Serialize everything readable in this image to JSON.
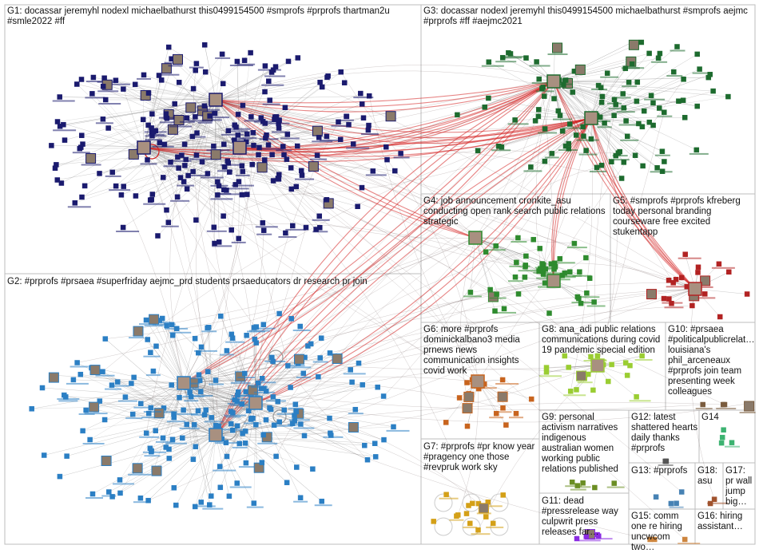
{
  "groups": [
    {
      "id": "G1",
      "label": "G1: docassar jeremyhl nodexl michaelbathurst this0499154500 #smprofs #prprofs thartman2u #smle2022 #ff",
      "color": "#1a1a6e"
    },
    {
      "id": "G2",
      "label": "G2: #prprofs #prsaea #superfriday aejmc_prd students prsaeducators dr research pr join",
      "color": "#2b7fc4"
    },
    {
      "id": "G3",
      "label": "G3: docassar nodexl jeremyhl this0499154500 michaelbathurst #smprofs aejmc #prprofs #ff #aejmc2021",
      "color": "#1d6b2e"
    },
    {
      "id": "G4",
      "label": "G4: job announcement cronkite_asu conducting open rank search public relations strategic",
      "color": "#2e8b2e"
    },
    {
      "id": "G5",
      "label": "G5: #smprofs #prprofs kfreberg today personal branding courseware free excited stukentapp",
      "color": "#b22222"
    },
    {
      "id": "G6",
      "label": "G6: more #prprofs dominickalbano3 media prnews news communication insights covid work",
      "color": "#c8641e"
    },
    {
      "id": "G7",
      "label": "G7: #prprofs #pr know year #pragency one those #revpruk work sky",
      "color": "#d4a017"
    },
    {
      "id": "G8",
      "label": "G8: ana_adi public relations communications during covid 19 pandemic special edition",
      "color": "#9acd32"
    },
    {
      "id": "G9",
      "label": "G9: personal activism narratives indigenous australian women working public relations published",
      "color": "#6b8e23"
    },
    {
      "id": "G10",
      "label": "G10: #prsaea #politicalpublicrelat… louisiana's phil_arceneaux #prprofs join team presenting week colleagues",
      "color": "#7a5c3e"
    },
    {
      "id": "G11",
      "label": "G11: dead #pressrelease way culpwrit press releases far…",
      "color": "#8a2be2"
    },
    {
      "id": "G12",
      "label": "G12: latest shattered hearts daily thanks #prprofs",
      "color": "#555555"
    },
    {
      "id": "G13",
      "label": "G13: #prprofs",
      "color": "#4682b4"
    },
    {
      "id": "G14",
      "label": "G14",
      "color": "#3cb371"
    },
    {
      "id": "G15",
      "label": "G15: comm one re hiring uncwcom two…",
      "color": "#cd853f"
    },
    {
      "id": "G16",
      "label": "G16: hiring assistant…",
      "color": "#2f4f4f"
    },
    {
      "id": "G17",
      "label": "G17: pr wall jump big…",
      "color": "#708090"
    },
    {
      "id": "G18",
      "label": "G18: asu",
      "color": "#a0522d"
    }
  ],
  "colors": {
    "edge": "#8c8c8c",
    "highlight_edge": "#d42020",
    "border": "#bdbdbd"
  }
}
